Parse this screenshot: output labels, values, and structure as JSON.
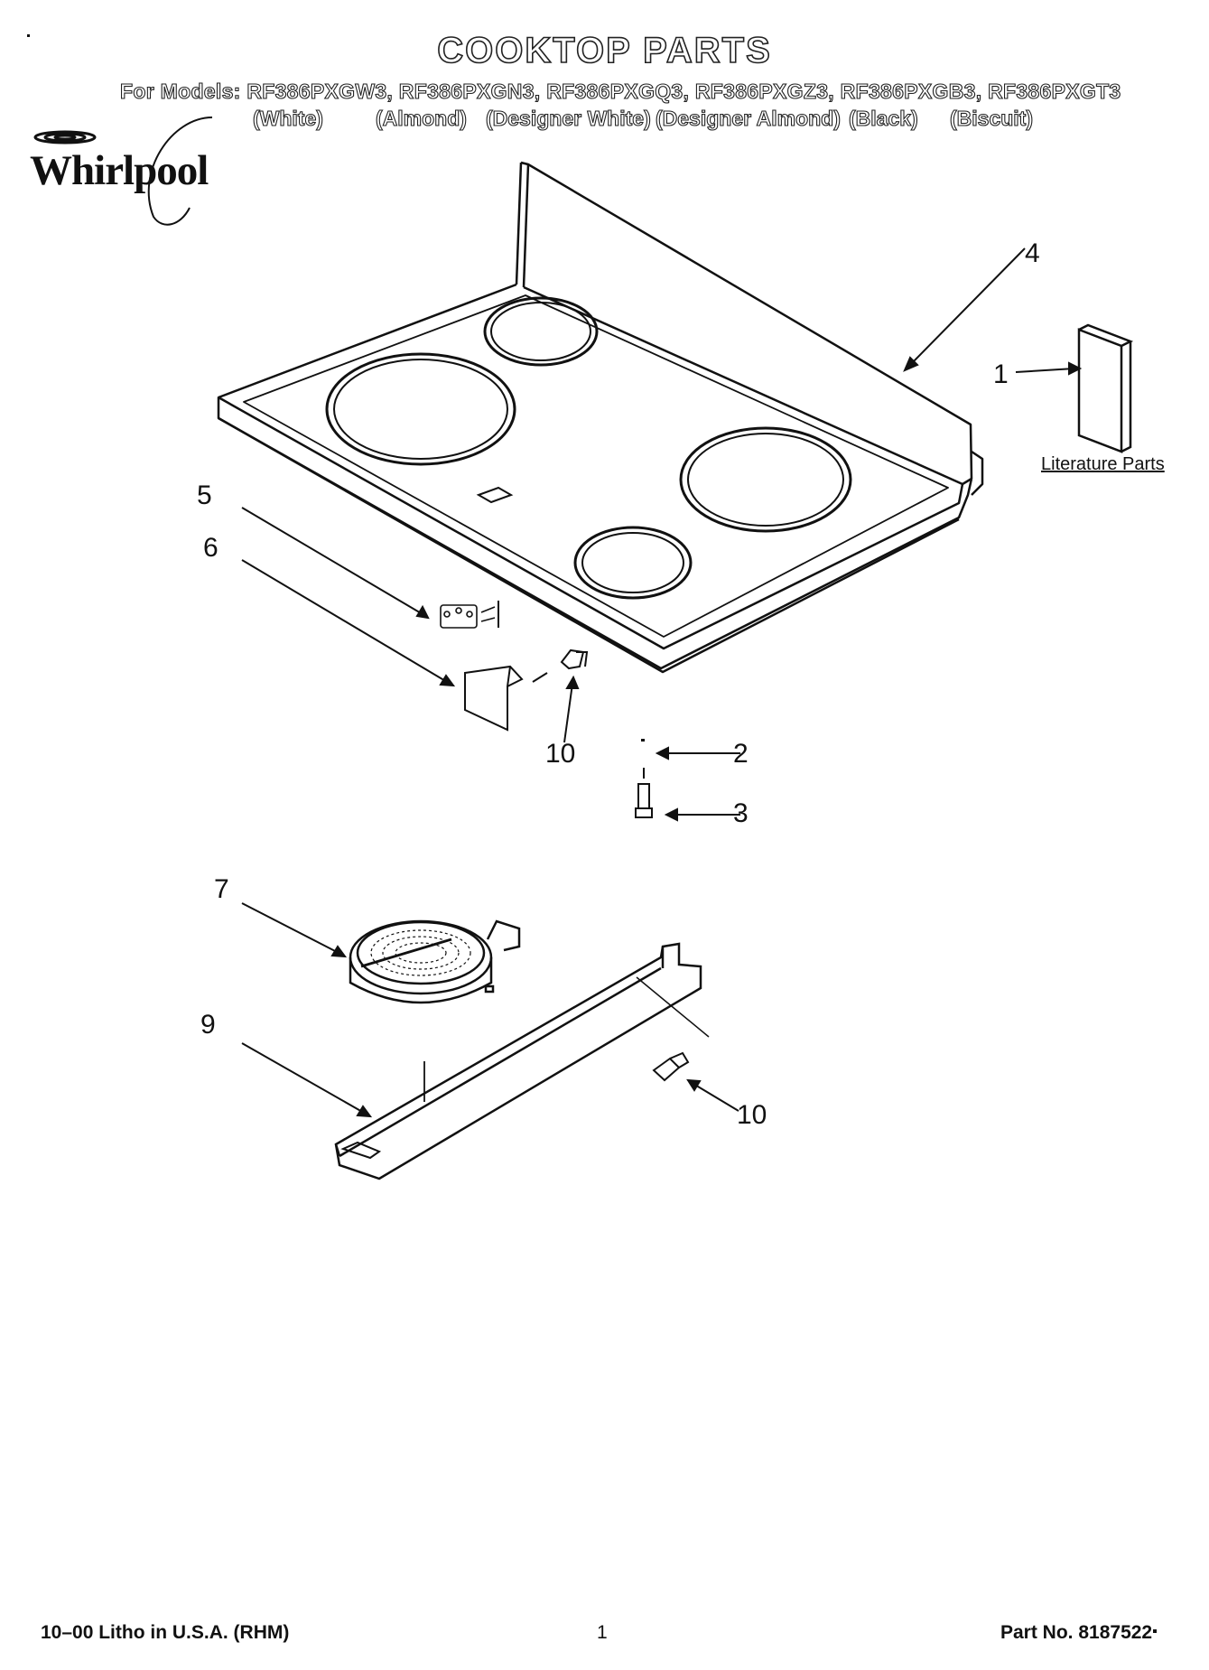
{
  "header": {
    "title": "COOKTOP PARTS",
    "models_line": "For Models: RF386PXGW3, RF386PXGN3, RF386PXGQ3, RF386PXGZ3, RF386PXGB3, RF386PXGT3",
    "colors": [
      "(White)",
      "(Almond)",
      "(Designer White)",
      "(Designer Almond)",
      "(Black)",
      "(Biscuit)"
    ],
    "brand": "Whirlpool"
  },
  "callouts": {
    "c1": "1",
    "c2": "2",
    "c3": "3",
    "c4": "4",
    "c5": "5",
    "c6": "6",
    "c7": "7",
    "c9": "9",
    "c10a": "10",
    "c10b": "10"
  },
  "literature_label": "Literature Parts",
  "footer": {
    "left": "10–00 Litho in U.S.A. (RHM)",
    "page": "1",
    "right": "Part No. 8187522"
  }
}
